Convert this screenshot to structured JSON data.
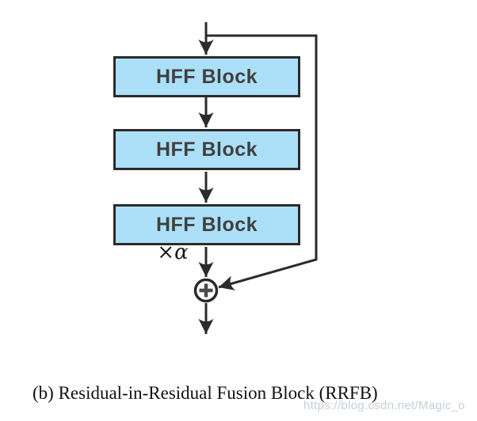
{
  "diagram": {
    "title_semantic": "Residual-in-Residual Fusion Block diagram",
    "blocks": [
      {
        "label": "HFF Block"
      },
      {
        "label": "HFF Block"
      },
      {
        "label": "HFF Block"
      }
    ],
    "scale_label": "×α",
    "sum_operator": "+",
    "icons": {
      "sum-node": "circle-plus-icon",
      "flow": "down-arrowheads",
      "skip": "right-down-skip-connection-arrow"
    },
    "colors": {
      "block_fill": "#ACE0F9",
      "block_border": "#2B2B2B",
      "line": "#2B2B2B",
      "block_text": "#404040",
      "plus_sign": "#4A4A4A"
    }
  },
  "caption": {
    "text": "(b) Residual-in-Residual Fusion Block (RRFB)"
  },
  "watermark": {
    "text": "https://blog.csdn.net/Magic_o",
    "color": "#C6CFD8"
  }
}
